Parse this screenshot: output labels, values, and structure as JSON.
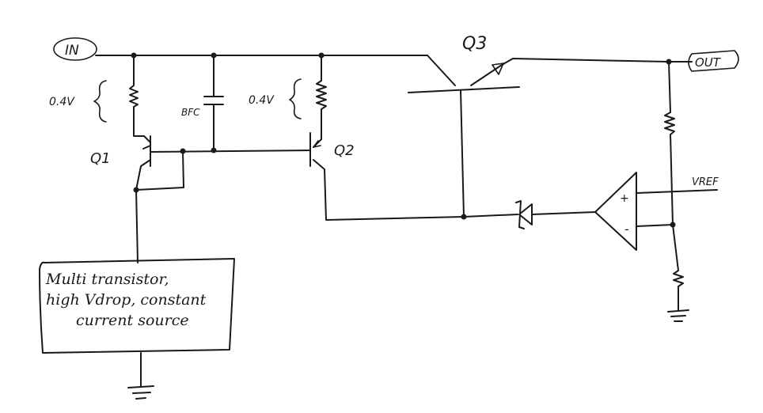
{
  "labels": {
    "in": "IN",
    "out": "OUT",
    "q1": "Q1",
    "q2": "Q2",
    "q3": "Q3",
    "drop_left": "0.4V",
    "drop_right": "0.4V",
    "cap": "BFC",
    "vref": "VREF",
    "opamp_plus": "+",
    "opamp_minus": "-"
  },
  "note_box": {
    "line1": "Multi transistor,",
    "line2": "high Vdrop, constant",
    "line3": "current source"
  }
}
